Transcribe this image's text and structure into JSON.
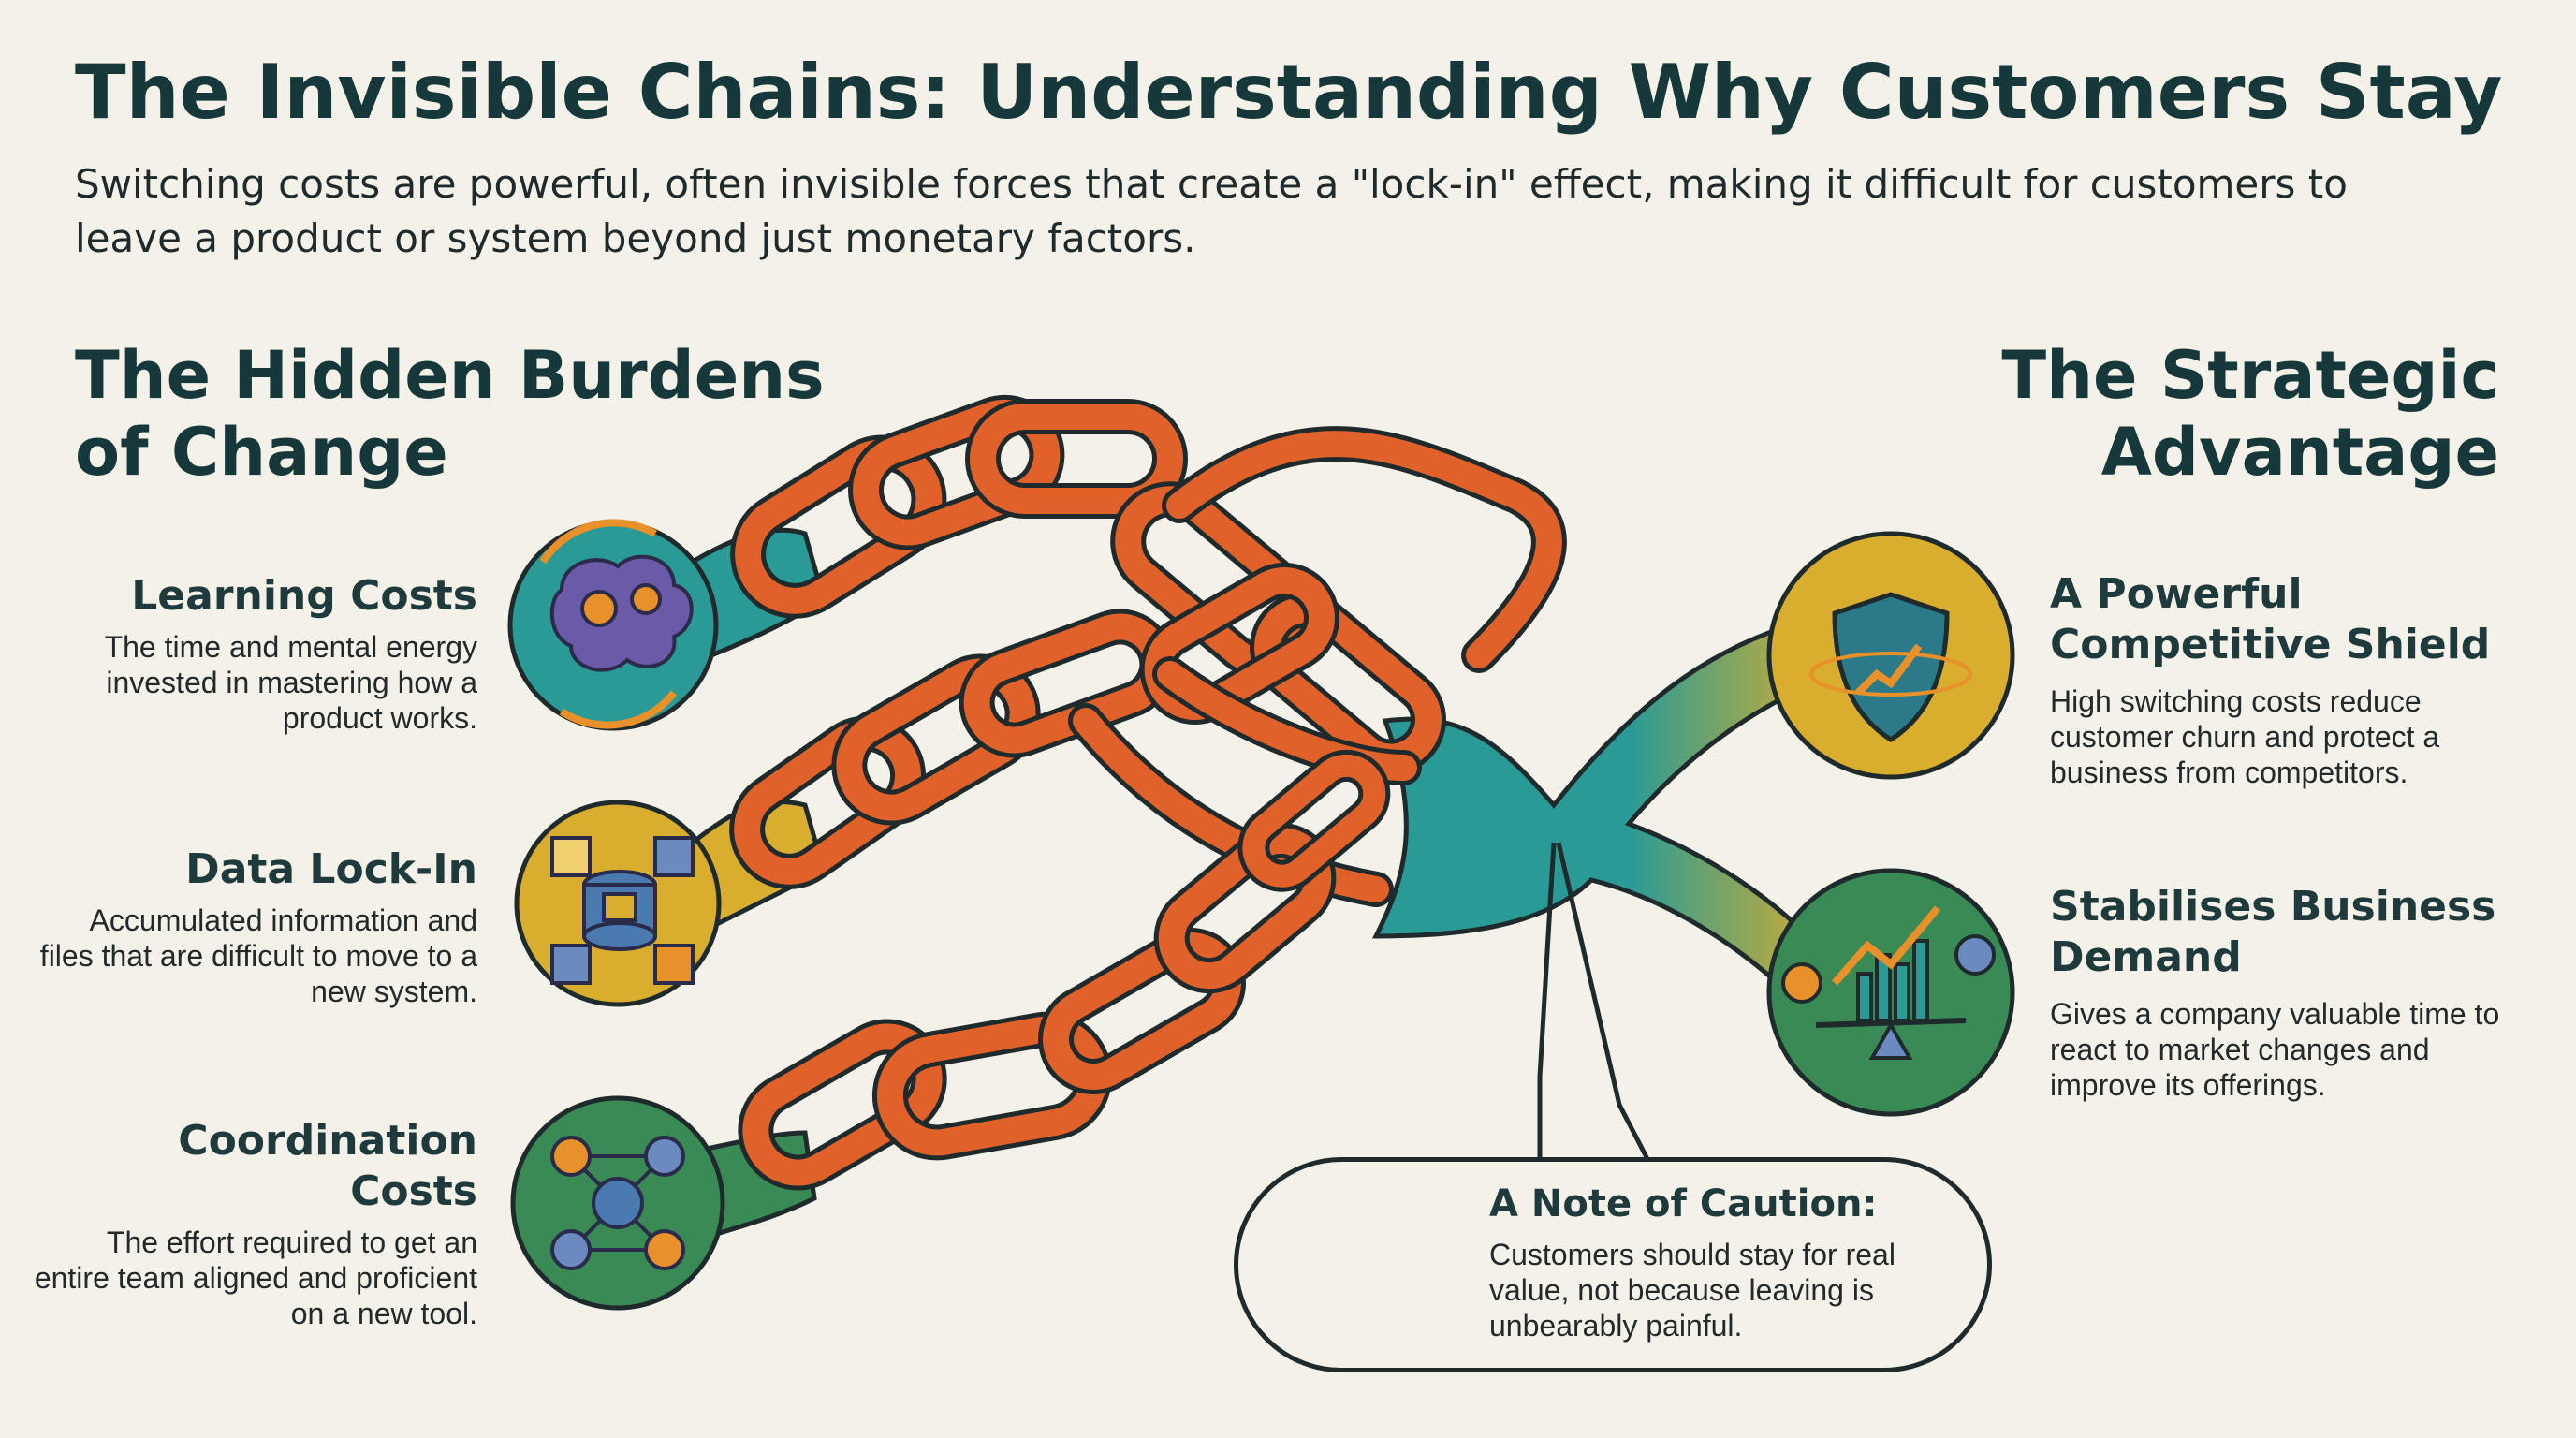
{
  "title": "The Invisible Chains: Understanding Why Customers Stay",
  "subtitle": "Switching costs are powerful, often invisible forces that create a \"lock-in\" effect, making it difficult for customers to leave a product or system beyond just monetary factors.",
  "left_section": {
    "heading": "The Hidden Burdens of Change",
    "items": [
      {
        "title": "Learning Costs",
        "text": "The time and mental energy invested in mastering how a product works.",
        "icon": "brain-gears-icon",
        "color": "#2a9a96"
      },
      {
        "title": "Data Lock-In",
        "text": "Accumulated information and files that are difficult to move to a new system.",
        "icon": "database-lock-icon",
        "color": "#d9ae2e"
      },
      {
        "title": "Coordination Costs",
        "text": "The effort required to get an entire team aligned and proficient on a new tool.",
        "icon": "team-network-icon",
        "color": "#3a8a56"
      }
    ]
  },
  "right_section": {
    "heading": "The Strategic Advantage",
    "items": [
      {
        "title": "A Powerful Competitive Shield",
        "text": "High switching costs reduce customer churn and protect a business from competitors.",
        "icon": "shield-chart-icon",
        "color": "#d9ae2e"
      },
      {
        "title": "Stabilises Business Demand",
        "text": "Gives a company valuable time to react to market changes and improve its offerings.",
        "icon": "balance-growth-icon",
        "color": "#3a8a56"
      }
    ]
  },
  "caution": {
    "title": "A Note of Caution:",
    "text": "Customers should stay for real value, not because leaving is unbearably painful.",
    "icon": "warning-cloud-icon"
  },
  "colors": {
    "chain": "#e0622a",
    "chain_outline": "#1e2a2c",
    "teal": "#2a9a96",
    "gold": "#d9ae2e",
    "green": "#3a8a56",
    "background": "#f4f1e8"
  }
}
